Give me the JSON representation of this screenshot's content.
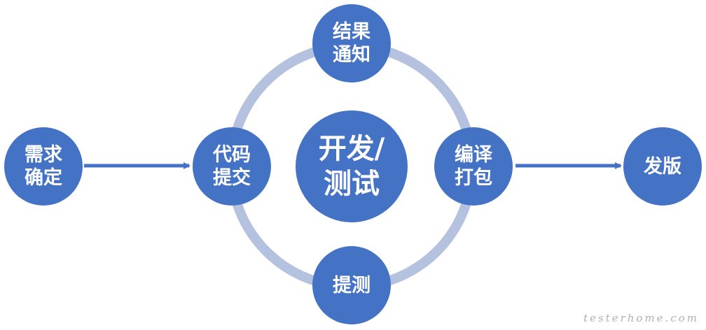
{
  "colors": {
    "node_fill": "#4472c4",
    "ring": "#b4c2e0",
    "arrow": "#4472c4",
    "text": "#ffffff"
  },
  "nodes": {
    "requirement": "需求\n确定",
    "code_commit": "代码\n提交",
    "center": "开发/\n测试",
    "result_notify": "结果\n通知",
    "build_package": "编译\n打包",
    "submit_test": "提测",
    "release": "发版"
  },
  "watermark": "testerhome.com"
}
